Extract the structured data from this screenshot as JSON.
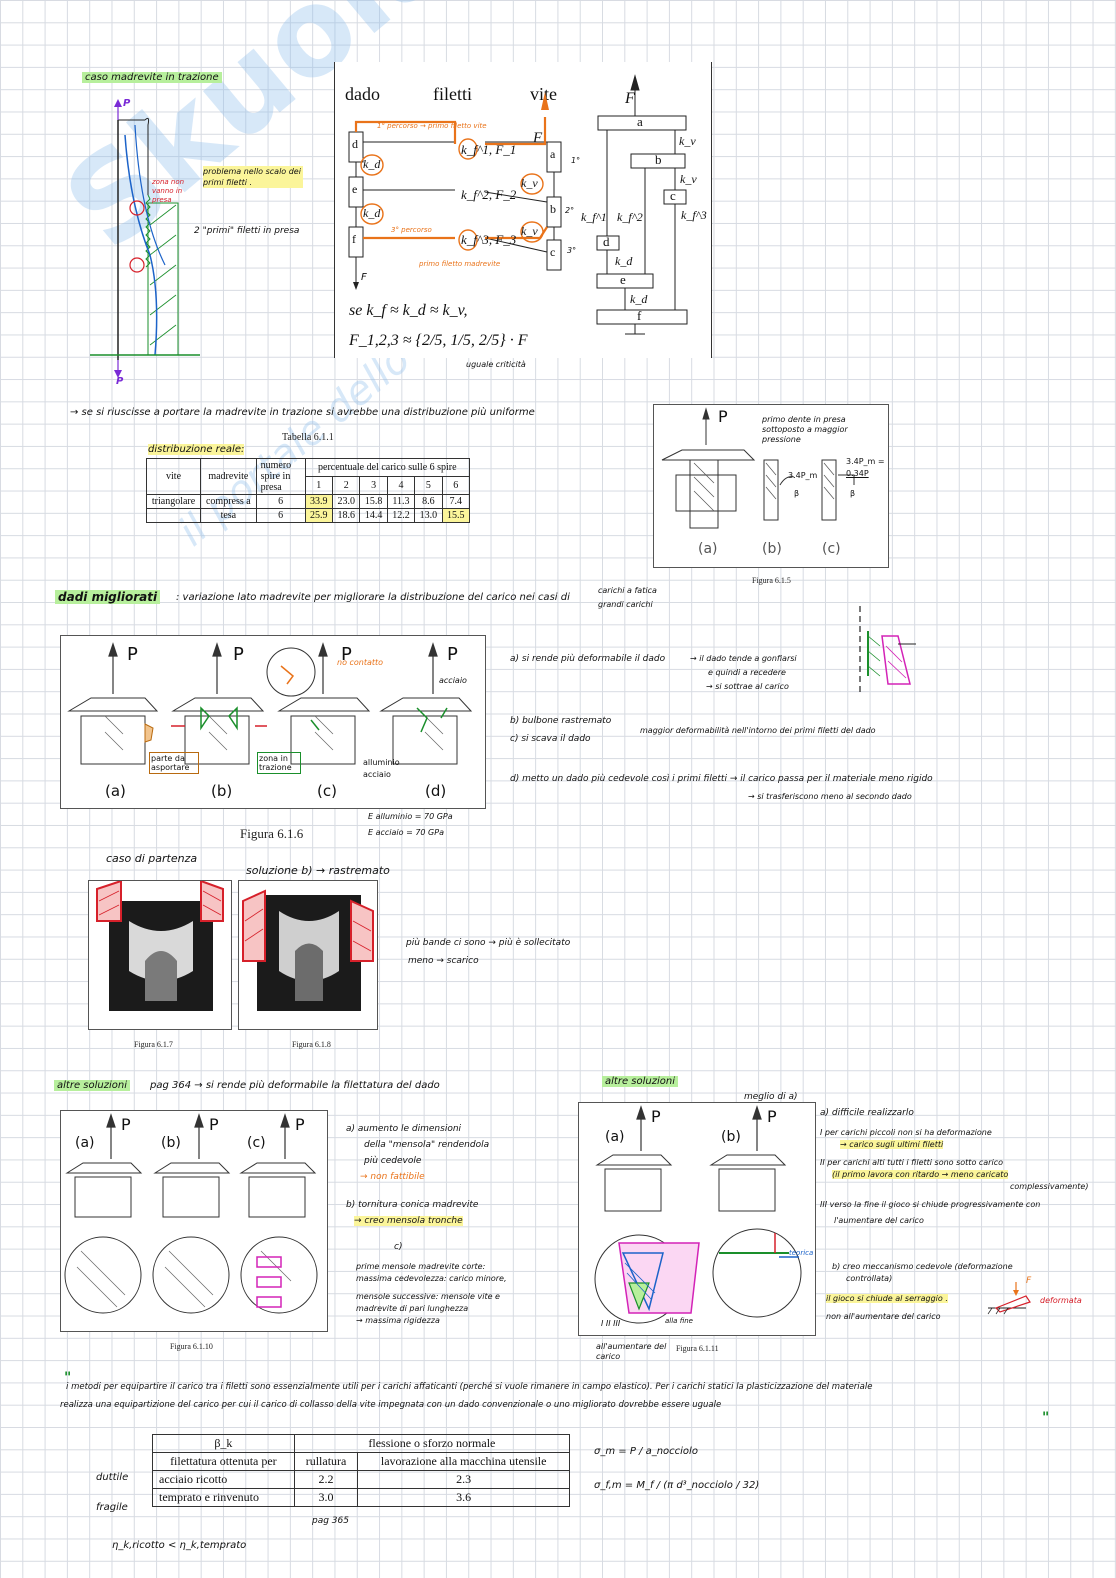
{
  "colors": {
    "highlight_green": "#b7ef9c",
    "highlight_yellow": "#fbf59a",
    "red": "#d6202a",
    "orange": "#e9731a",
    "green": "#1a8f2b",
    "blue": "#1c63c9",
    "pink": "#d323b7"
  },
  "watermark": {
    "brand": "Skuola.net",
    "tagline": "il portale dello studente"
  },
  "sec1": {
    "title": "caso madrevite in trazione",
    "p_top": "P",
    "p_bottom": "P",
    "red_note": "zona non vanno in presa",
    "note_problem": "problema nello scalo dei primi filetti .",
    "note_primi": "2 \"primi\" filetti in presa"
  },
  "diagram": {
    "dado": "dado",
    "filetti": "filetti",
    "vite": "vite",
    "F_top": "F",
    "F_right": "F",
    "F_bottom": "F",
    "orange_top": "1° percorso → primo filetto vite",
    "orange_mid": "3° percorso",
    "orange_bottom": "primo filetto madrevite",
    "kd": "k_d",
    "kv": "k_v",
    "kf1": "k_f^1, F_1",
    "kf2": "k_f^2, F_2",
    "kf3": "k_f^3, F_3",
    "labels_left": [
      "d",
      "e",
      "f"
    ],
    "labels_right": [
      "a",
      "b",
      "c"
    ],
    "ord": [
      "1°",
      "2°",
      "3°"
    ],
    "formula1": "se k_f ≈ k_d ≈ k_v,",
    "formula2": "F_1,2,3 ≈ {2/5, 1/5, 2/5} · F",
    "note": "uguale criticità",
    "spring_labels": {
      "a": "a",
      "b": "b",
      "c": "c",
      "d": "d",
      "e": "e",
      "f": "f",
      "kv": "k_v",
      "kd": "k_d",
      "kf1": "k_f^1",
      "kf2": "k_f^2",
      "kf3": "k_f^3",
      "F": "F"
    }
  },
  "line2": "→ se si riuscisse a portare la madrevite in trazione si avrebbe una distribuzione più uniforme",
  "table61": {
    "caption": "Tabella 6.1.1",
    "handwritten": "distribuzione reale:",
    "h_vite": "vite",
    "h_madrevite": "madrevite",
    "h_numero": "numero spire in presa",
    "h_perc": "percentuale del carico sulle 6 spire",
    "cols": [
      "1",
      "2",
      "3",
      "4",
      "5",
      "6"
    ],
    "row1": {
      "vite": "triangolare",
      "madrevite": "compress a",
      "n": "6",
      "vals": [
        "33.9",
        "23.0",
        "15.8",
        "11.3",
        "8.6",
        "7.4"
      ]
    },
    "row2": {
      "vite": "",
      "madrevite": "tesa",
      "n": "6",
      "vals": [
        "25.9",
        "18.6",
        "14.4",
        "12.2",
        "13.0",
        "15.5"
      ]
    }
  },
  "fig615": {
    "caption": "Figura 6.1.5",
    "P": "P",
    "note": "primo dente in presa sottoposto a maggior pressione",
    "v1": "3.4P_m",
    "v2": "3.4P_m =",
    "v3": "0.34P",
    "beta": "β",
    "sub": [
      "(a)",
      "(b)",
      "(c)"
    ]
  },
  "dadi": {
    "title": "dadi migliorati",
    "text": ": variazione lato madrevite per migliorare la distribuzione del carico nei casi di",
    "cases": [
      "carichi a fatica",
      "grandi carichi"
    ]
  },
  "fig616": {
    "caption": "Figura 6.1.6",
    "P": "P",
    "sub": [
      "(a)",
      "(b)",
      "(c)",
      "(d)"
    ],
    "parte": "parte da asportare",
    "zona": "zona in trazione",
    "alluminio": "alluminio",
    "acciaio": "acciaio",
    "acciaio2": "acciaio",
    "contatto": "no contatto",
    "E1": "E alluminio = 70 GPa",
    "E2": "E acciaio = 70 GPa"
  },
  "notes616": {
    "a1": "a) si rende più deformabile il dado",
    "a2": "→ il dado tende a gonfiarsi",
    "a3": "e quindi a recedere",
    "a4": "→ si sottrae al carico",
    "b": "b) bulbone rastremato",
    "c": "c) si scava il dado",
    "bc": "maggior deformabilità nell'intorno dei primi filetti del dado",
    "d1": "d) metto un dado più cedevole così i primi filetti → il carico passa per il materiale meno rigido",
    "d2": "→ si trasferiscono meno al secondo dado"
  },
  "fig617": {
    "title": "caso di partenza",
    "caption": "Figura 6.1.7",
    "sol": "soluzione b) → rastremato",
    "caption2": "Figura 6.1.8",
    "n1": "più bande ci sono → più è sollecitato",
    "n2": "meno → scarico"
  },
  "altre1": {
    "title": "altre soluzioni",
    "text": "pag 364 → si rende più deformabile la filettatura del dado",
    "caption": "Figura 6.1.10",
    "P": "P",
    "sub": [
      "(a)",
      "(b)",
      "(c)"
    ],
    "a1": "a) aumento le dimensioni",
    "a2": "della \"mensola\" rendendola",
    "a3": "più cedevole",
    "a4": "→ non fattibile",
    "b1": "b) tornitura conica madrevite",
    "b2": "→ creo mensola tronche",
    "c": "c)",
    "c1": "prime mensole madrevite corte:",
    "c2": "massima cedevolezza: carico minore,",
    "c3": "mensole successive: mensole vite e",
    "c4": "madrevite di pari lunghezza",
    "c5": "→ massima rigidezza"
  },
  "altre2": {
    "title": "altre soluzioni",
    "meglio": "meglio di a)",
    "caption": "Figura 6.1.11",
    "P": "P",
    "sub": [
      "(a)",
      "(b)"
    ],
    "r1": "a) difficile realizzarlo",
    "r2": "I per carichi piccoli non si ha deformazione",
    "r3": "→ carico sugli ultimi filetti",
    "r4": "II per carichi alti tutti i filetti sono sotto carico",
    "r5": "(il primo lavora con ritardo → meno caricato",
    "r6": "complessivamente)",
    "r7": "III verso la fine il gioco si chiude progressivamente con",
    "r8": "l'aumentare del carico",
    "b1": "b) creo meccanismo cedevole (deformazione",
    "b2": "controllata)",
    "b3": "il gioco si chiude al serraggio .",
    "b4": "non all'aumentare del carico",
    "F": "F",
    "def": "deformata",
    "teorica": "teorica",
    "alla_fine": "alla fine",
    "roman": "I  II  III",
    "aum": "all'aumentare del carico"
  },
  "quote": {
    "open": "\"",
    "l1": "i metodi per equipartire il carico tra i filetti sono essenzialmente utili per i carichi affaticanti (perché si vuole rimanere in campo elastico). Per i carichi statici la plasticizzazione del materiale",
    "l2": "realizza una equipartizione del carico per cui il carico di collasso della vite impegnata con un dado convenzionale o uno migliorato dovrebbe essere uguale",
    "close": "\""
  },
  "btable": {
    "h1": "β_k",
    "h2": "flessione o sforzo normale",
    "h3": "filettatura ottenuta per",
    "h4": "rullatura",
    "h5": "lavorazione alla macchina utensile",
    "rows": [
      [
        "acciaio ricotto",
        "2.2",
        "2.3"
      ],
      [
        "temprato e rinvenuto",
        "3.0",
        "3.6"
      ]
    ],
    "duttile": "duttile",
    "fragile": "fragile",
    "pag": "pag 365",
    "bottom": "η_k,ricotto < η_k,temprato",
    "f1": "σ_m = P / a_nocciolo",
    "f2": "σ_f,m = M_f / (π d³_nocciolo / 32)"
  }
}
